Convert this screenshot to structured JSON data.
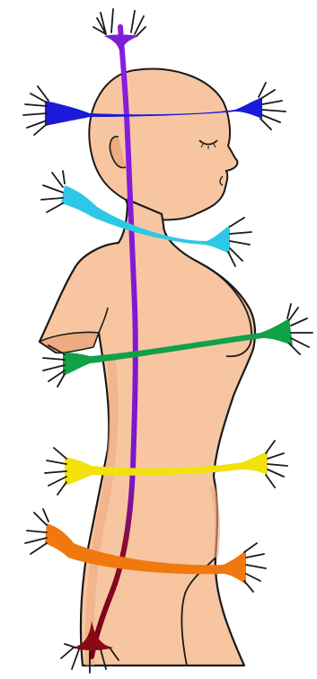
{
  "illustration": {
    "subject": "figure",
    "colors": {
      "skin": "#f7c6a0",
      "skin_shadow": "#eeaa80",
      "outline": "#1a1a1a",
      "background": "#ffffff"
    },
    "channels": [
      {
        "name": "crown",
        "color": "#7b1fd6"
      },
      {
        "name": "head",
        "color": "#1a1ad8"
      },
      {
        "name": "throat",
        "color": "#2ec8e6"
      },
      {
        "name": "heart",
        "color": "#12a048"
      },
      {
        "name": "solar-plexus",
        "color": "#f2e10a"
      },
      {
        "name": "sacral",
        "color": "#f0780f"
      },
      {
        "name": "root",
        "color": "#8a0a14"
      }
    ]
  }
}
